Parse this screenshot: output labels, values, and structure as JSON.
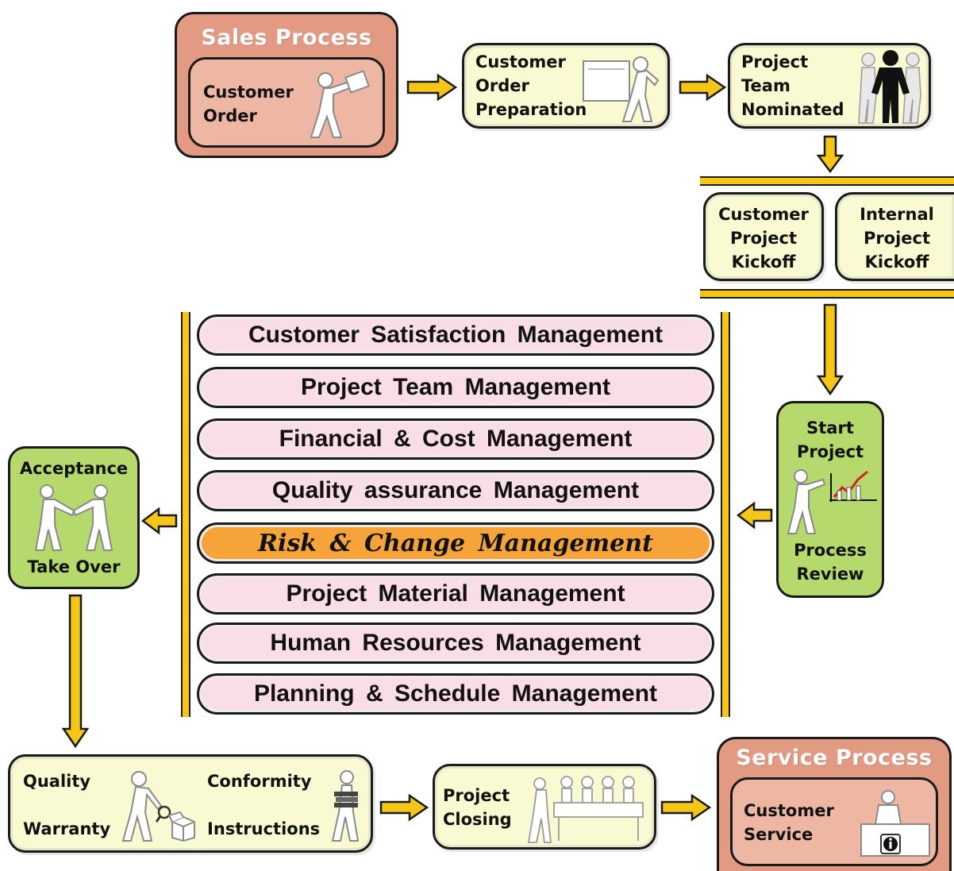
{
  "sales_process": {
    "title": "Sales Process",
    "inner_label_line1": "Customer",
    "inner_label_line2": "Order"
  },
  "order_prep": {
    "line1": "Customer",
    "line2": "Order",
    "line3": "Preparation"
  },
  "team_nominated": {
    "line1": "Project",
    "line2": "Team",
    "line3": "Nominated"
  },
  "customer_kickoff": {
    "line1": "Customer",
    "line2": "Project",
    "line3": "Kickoff"
  },
  "internal_kickoff": {
    "line1": "Internal",
    "line2": "Project",
    "line3": "Kickoff"
  },
  "start_project": {
    "line1": "Start",
    "line2": "Project",
    "line3": "Process",
    "line4": "Review"
  },
  "management_areas": [
    {
      "label": "Customer Satisfaction Management",
      "highlighted": false
    },
    {
      "label": "Project Team Management",
      "highlighted": false
    },
    {
      "label": "Financial & Cost Management",
      "highlighted": false
    },
    {
      "label": "Quality assurance Management",
      "highlighted": false
    },
    {
      "label": "Risk & Change Management",
      "highlighted": true
    },
    {
      "label": "Project Material Management",
      "highlighted": false
    },
    {
      "label": "Human Resources Management",
      "highlighted": false
    },
    {
      "label": "Planning & Schedule Management",
      "highlighted": false
    }
  ],
  "acceptance": {
    "top": "Acceptance",
    "bottom": "Take Over"
  },
  "warranty": {
    "quality": "Quality",
    "warranty": "Warranty",
    "conformity": "Conformity",
    "instructions": "Instructions"
  },
  "closing": {
    "line1": "Project",
    "line2": "Closing"
  },
  "service_process": {
    "title": "Service Process",
    "inner_label_line1": "Customer",
    "inner_label_line2": "Service"
  },
  "icons": [
    "figure-pushing-icon",
    "figure-presenting-icon",
    "team-silhouettes-icon",
    "growth-chart-icon",
    "handshake-icon",
    "magnifier-figure-icon",
    "box-icon",
    "figure-carrying-books-icon",
    "meeting-table-icon",
    "service-desk-icon",
    "info-icon"
  ],
  "colors": {
    "box_fill": "#fafad2",
    "green": "#b5d96c",
    "salmon": "#e39a82",
    "pill_pink": "#f9dfe5",
    "highlight_orange": "#f6a43a",
    "arrow_yellow": "#f5c518"
  }
}
